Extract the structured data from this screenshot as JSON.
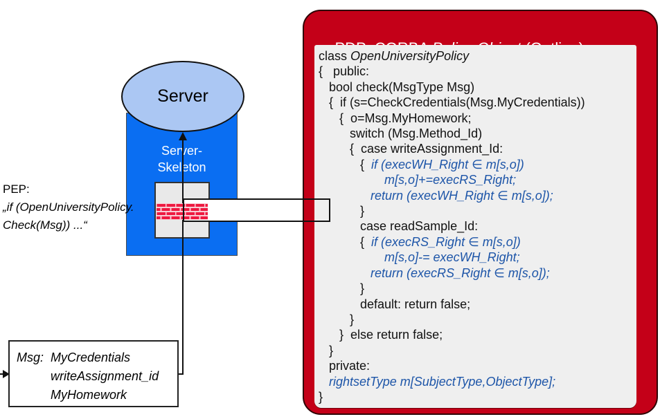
{
  "colors": {
    "pdp_red": "#c40018",
    "pdp_border": "#2e0205",
    "panel_gray": "#efefef",
    "code_blue": "#1d55a8",
    "skeleton_blue": "#0a6ef2",
    "ellipse_blue": "#abc7f3",
    "brick_red": "#ee1940",
    "brick_mortar": "#f8ccd4",
    "firewall_gray": "#e9e9e9"
  },
  "server": {
    "label": "Server",
    "skeleton_line1": "Server-",
    "skeleton_line2": "Skeleton"
  },
  "pep": {
    "line1": "PEP:",
    "line2": "„if (OpenUniversityPolicy.",
    "line3": "Check(Msg)) ...“"
  },
  "msg_box": {
    "label": "Msg:",
    "items": [
      "MyCredentials",
      "writeAssignment_id",
      "MyHomework"
    ]
  },
  "pdp": {
    "title": {
      "prefix": "PDP: CORBA ",
      "italic": "Policy Object",
      "suffix": " (Outline)"
    },
    "code_lines": [
      [
        {
          "t": "class ",
          "s": "k"
        },
        {
          "t": "OpenUniversityPolicy",
          "s": "i"
        }
      ],
      [
        {
          "t": "{   public:",
          "s": "k"
        }
      ],
      [
        {
          "t": "   bool check(MsgType Msg)",
          "s": "k"
        }
      ],
      [
        {
          "t": "   {  if (s=CheckCredentials(Msg.MyCredentials))",
          "s": "k"
        }
      ],
      [
        {
          "t": "      {  o=Msg.MyHomework;",
          "s": "k"
        }
      ],
      [
        {
          "t": "         switch (Msg.Method_Id)",
          "s": "k"
        }
      ],
      [
        {
          "t": "         {  case writeAssignment_Id:",
          "s": "k"
        }
      ],
      [
        {
          "t": "            {  ",
          "s": "k"
        },
        {
          "t": "if (execWH_Right ∈ m[s,o])",
          "s": "b"
        }
      ],
      [
        {
          "t": "                   ",
          "s": "k"
        },
        {
          "t": "m[s,o]+=execRS_Right;",
          "s": "b"
        }
      ],
      [
        {
          "t": "               ",
          "s": "k"
        },
        {
          "t": "return (execWH_Right ∈ m[s,o]);",
          "s": "b"
        }
      ],
      [
        {
          "t": "            }",
          "s": "k"
        }
      ],
      [
        {
          "t": "            case readSample_Id:",
          "s": "k"
        }
      ],
      [
        {
          "t": "            {  ",
          "s": "k"
        },
        {
          "t": "if (execRS_Right ∈ m[s,o])",
          "s": "b"
        }
      ],
      [
        {
          "t": "                   ",
          "s": "k"
        },
        {
          "t": "m[s,o]-= execWH_Right;",
          "s": "b"
        }
      ],
      [
        {
          "t": "               ",
          "s": "k"
        },
        {
          "t": "return (execRS_Right ∈ m[s,o]);",
          "s": "b"
        }
      ],
      [
        {
          "t": "            }",
          "s": "k"
        }
      ],
      [
        {
          "t": "            default: return false;",
          "s": "k"
        }
      ],
      [
        {
          "t": "         }",
          "s": "k"
        }
      ],
      [
        {
          "t": "      }  else return false;",
          "s": "k"
        }
      ],
      [
        {
          "t": "   }",
          "s": "k"
        }
      ],
      [
        {
          "t": "   private:",
          "s": "k"
        }
      ],
      [
        {
          "t": "   ",
          "s": "k"
        },
        {
          "t": "rightsetType m[SubjectType,ObjectType];",
          "s": "b"
        }
      ],
      [
        {
          "t": "}",
          "s": "k"
        }
      ]
    ]
  }
}
